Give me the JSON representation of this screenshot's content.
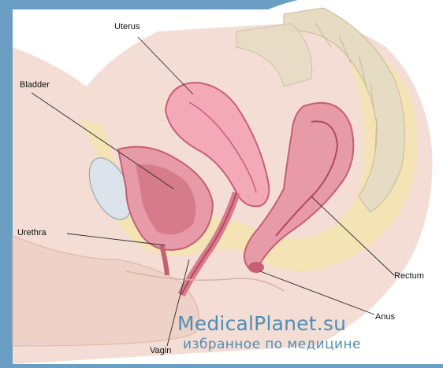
{
  "labels": {
    "uterus": "Uterus",
    "bladder": "Bladder",
    "urethra": "Urethra",
    "rectum": "Rectum",
    "anus": "Anus",
    "vagina": "Vagin"
  },
  "watermark": {
    "brand": "MedicalPlanet.su",
    "tagline": "избранное по медицине"
  },
  "colors": {
    "frame": "#6a9ec2",
    "skin": "#f3ddd4",
    "fat": "#f2e3b3",
    "tissue": "#e89aa6",
    "tissue_dark": "#c65f72",
    "bone": "#e6dcc4",
    "watermark": "#4f8eb6"
  }
}
